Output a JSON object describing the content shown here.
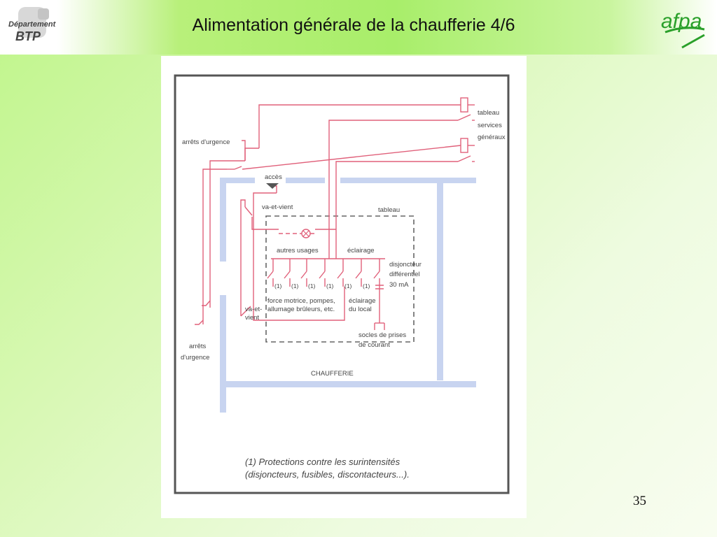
{
  "slide": {
    "title": "Alimentation générale de la chaufferie 4/6",
    "page_number": "35"
  },
  "logos": {
    "left_line1": "Département",
    "left_line2": "BTP",
    "right_text": "afpa"
  },
  "diagram": {
    "labels": {
      "arrets_top": "arrêts d'urgence",
      "arrets_bottom_1": "arrêts",
      "arrets_bottom_2": "d'urgence",
      "acces": "accès",
      "va_et_vient_top": "va-et-vient",
      "va_et_vient_bottom_1": "va-et-",
      "va_et_vient_bottom_2": "vient",
      "tableau": "tableau",
      "tableau_sg_1": "tableau",
      "tableau_sg_2": "services",
      "tableau_sg_3": "généraux",
      "autres_usages": "autres usages",
      "eclairage": "éclairage",
      "disjoncteur_1": "disjoncteur",
      "disjoncteur_2": "différentiel",
      "disjoncteur_3": "30 mA",
      "force_1": "force motrice, pompes,",
      "force_2": "allumage brûleurs, etc.",
      "eclairage_local_1": "éclairage",
      "eclairage_local_2": "du local",
      "socles_1": "socles de prises",
      "socles_2": "de courant",
      "chaufferie": "CHAUFFERIE",
      "note_1": "(1) Protections contre les surintensités",
      "note_2": "(disjoncteurs, fusibles, discontacteurs...).",
      "protection_mark": "(1)"
    }
  },
  "colors": {
    "wiring": "#e0607a",
    "walls": "#c8d4f0",
    "frame": "#555555",
    "dashed": "#666666"
  }
}
